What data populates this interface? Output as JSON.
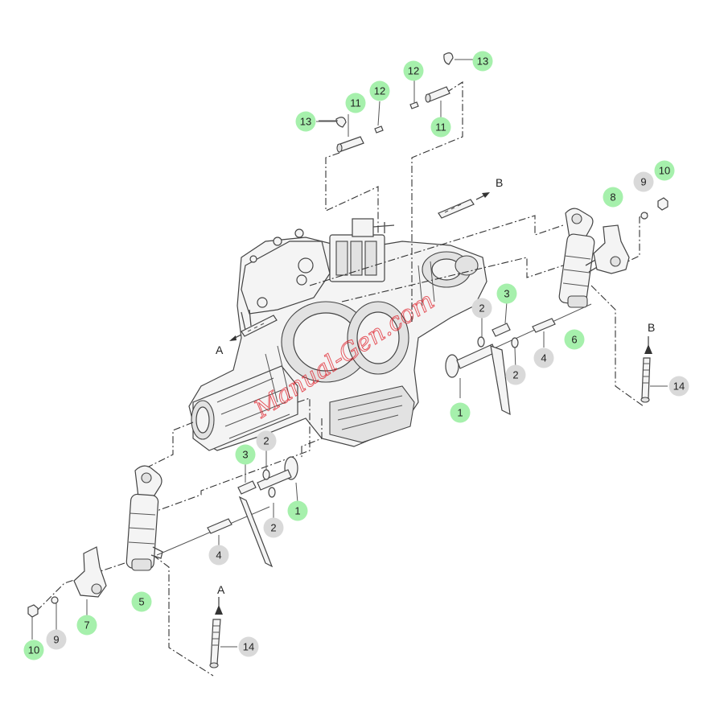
{
  "colors": {
    "badge_green": "#a6f0ac",
    "badge_gray": "#d9d9d9",
    "watermark": "#e0202a"
  },
  "watermark": {
    "text": "Manual-Gen.com"
  },
  "direction_markers": [
    {
      "id": "marker-A-top",
      "text": "A"
    },
    {
      "id": "marker-B-top",
      "text": "B"
    },
    {
      "id": "marker-A-bottom",
      "text": "A"
    },
    {
      "id": "marker-B-right",
      "text": "B"
    }
  ],
  "callouts": [
    {
      "id": "c13a",
      "text": "13",
      "style": "green"
    },
    {
      "id": "c11a",
      "text": "11",
      "style": "green"
    },
    {
      "id": "c12a",
      "text": "12",
      "style": "green"
    },
    {
      "id": "c12b",
      "text": "12",
      "style": "green"
    },
    {
      "id": "c13b",
      "text": "13",
      "style": "green"
    },
    {
      "id": "c11b",
      "text": "11",
      "style": "green"
    },
    {
      "id": "c9a",
      "text": "9",
      "style": "gray"
    },
    {
      "id": "c10a",
      "text": "10",
      "style": "green"
    },
    {
      "id": "c8",
      "text": "8",
      "style": "green"
    },
    {
      "id": "c3a",
      "text": "3",
      "style": "green"
    },
    {
      "id": "c2a",
      "text": "2",
      "style": "gray"
    },
    {
      "id": "c6",
      "text": "6",
      "style": "green"
    },
    {
      "id": "c4a",
      "text": "4",
      "style": "gray"
    },
    {
      "id": "c2b",
      "text": "2",
      "style": "gray"
    },
    {
      "id": "c14a",
      "text": "14",
      "style": "gray"
    },
    {
      "id": "c1a",
      "text": "1",
      "style": "green"
    },
    {
      "id": "c2c",
      "text": "2",
      "style": "gray"
    },
    {
      "id": "c3b",
      "text": "3",
      "style": "green"
    },
    {
      "id": "c1b",
      "text": "1",
      "style": "green"
    },
    {
      "id": "c2d",
      "text": "2",
      "style": "gray"
    },
    {
      "id": "c4b",
      "text": "4",
      "style": "gray"
    },
    {
      "id": "c5",
      "text": "5",
      "style": "green"
    },
    {
      "id": "c7",
      "text": "7",
      "style": "green"
    },
    {
      "id": "c9b",
      "text": "9",
      "style": "gray"
    },
    {
      "id": "c10b",
      "text": "10",
      "style": "green"
    },
    {
      "id": "c14b",
      "text": "14",
      "style": "gray"
    }
  ]
}
